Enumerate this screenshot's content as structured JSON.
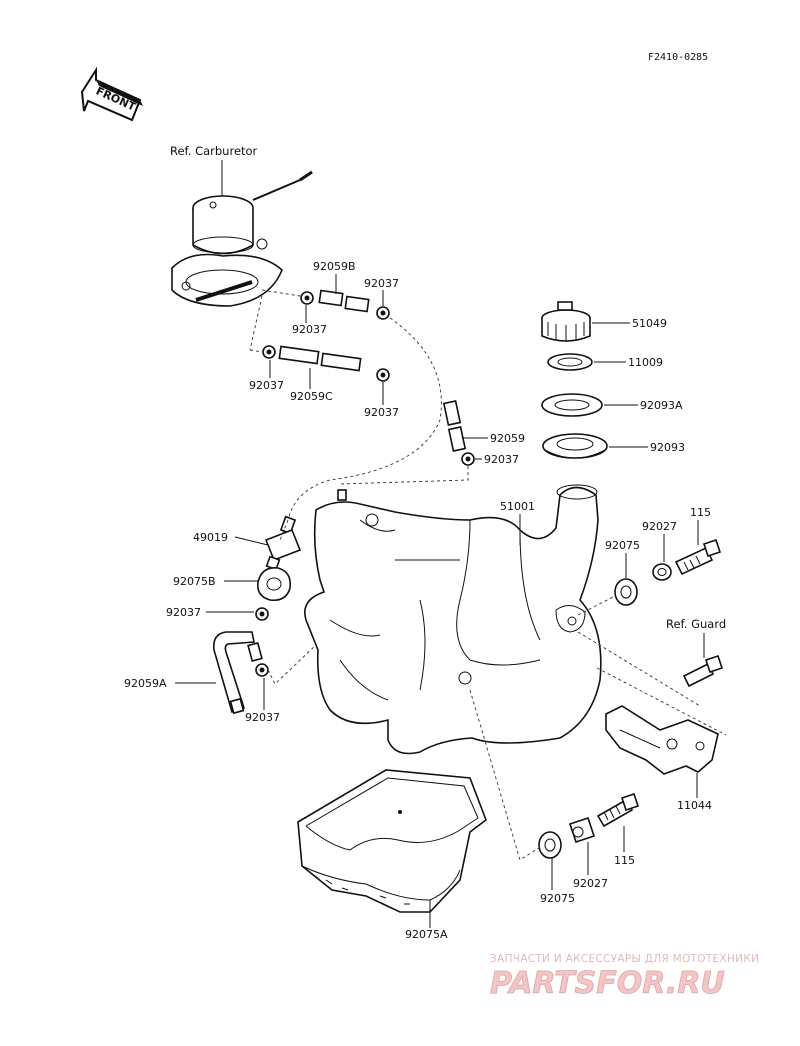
{
  "header": {
    "drawing_code": "F2410-0285"
  },
  "front_arrow": {
    "label": "FRONT"
  },
  "refs": {
    "carburetor": "Ref. Carburetor",
    "guard": "Ref. Guard"
  },
  "labels": {
    "p92059B": "92059B",
    "p92037_a": "92037",
    "p92037_b": "92037",
    "p92037_c": "92037",
    "p92059C": "92059C",
    "p92037_d": "92037",
    "p51049": "51049",
    "p11009": "11009",
    "p92093A": "92093A",
    "p92059": "92059",
    "p92037_e": "92037",
    "p92093": "92093",
    "p51001": "51001",
    "p115_a": "115",
    "p92027_a": "92027",
    "p92075_a": "92075",
    "p49019": "49019",
    "p92075B": "92075B",
    "p92037_f": "92037",
    "p92059A": "92059A",
    "p92037_g": "92037",
    "p11044": "11044",
    "p115_b": "115",
    "p92027_b": "92027",
    "p92075_b": "92075",
    "p92075A": "92075A"
  },
  "watermark": {
    "tagline": "ЗАПЧАСТИ И АКСЕССУАРЫ ДЛЯ МОТОТЕХНИКИ",
    "brand": "PARTSFOR.RU"
  }
}
